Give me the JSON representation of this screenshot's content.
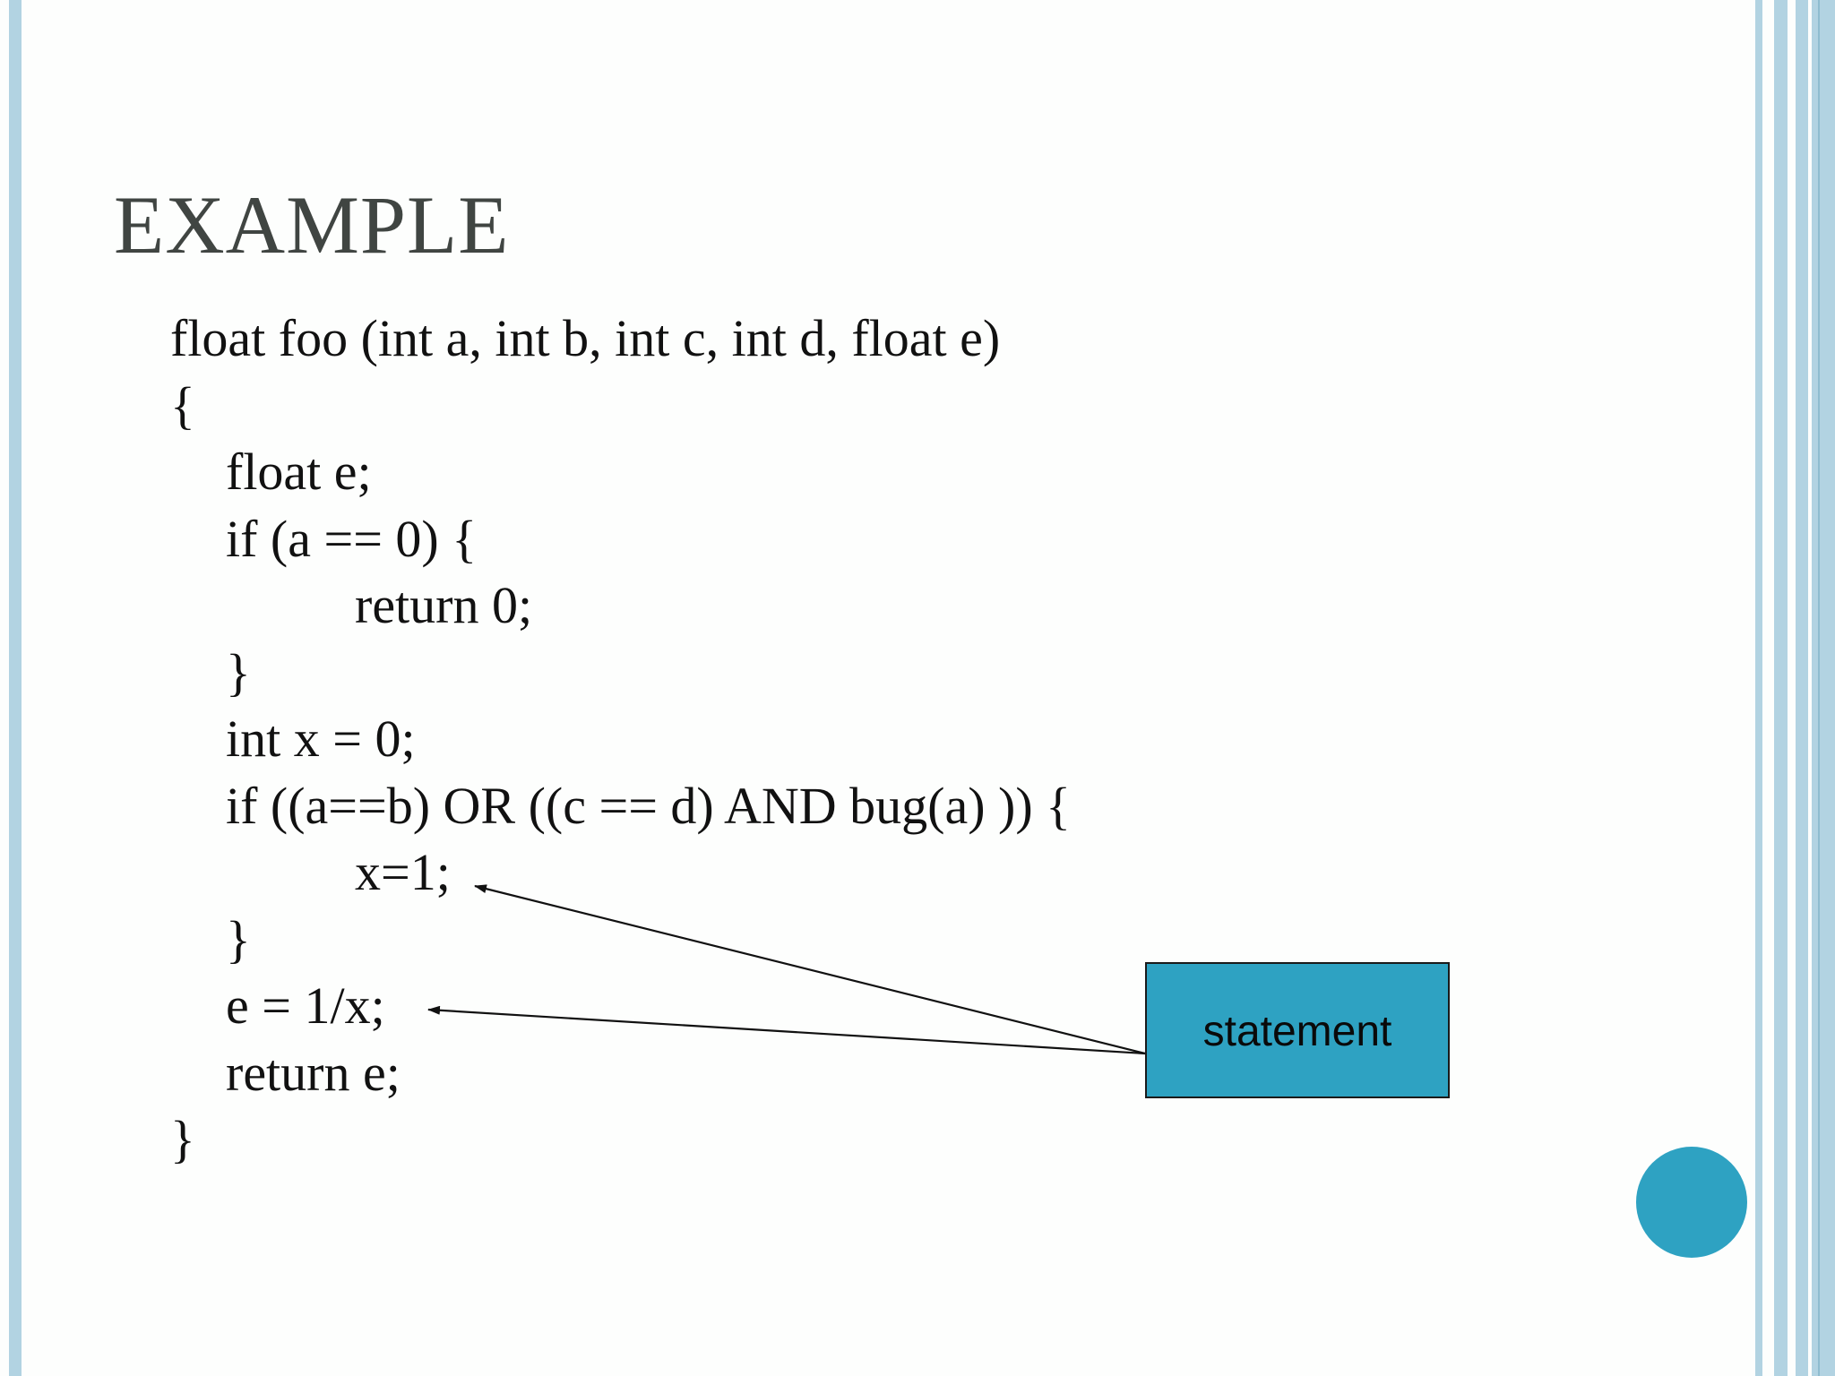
{
  "slide": {
    "title": "EXAMPLE",
    "code_lines": [
      "float foo (int a, int b, int c, int d, float e)",
      "{",
      "float e;",
      "if (a == 0) {",
      "return 0;",
      "}",
      "int x = 0;",
      "if ((a==b) OR ((c == d) AND bug(a) )) {",
      "x=1;",
      "}",
      "e = 1/x;",
      "return e;",
      "}"
    ],
    "callout": {
      "label": "statement"
    }
  },
  "colors": {
    "accent": "#2ea2c2",
    "frame": "#b2d3e2",
    "title": "#404542",
    "text": "#111111"
  }
}
